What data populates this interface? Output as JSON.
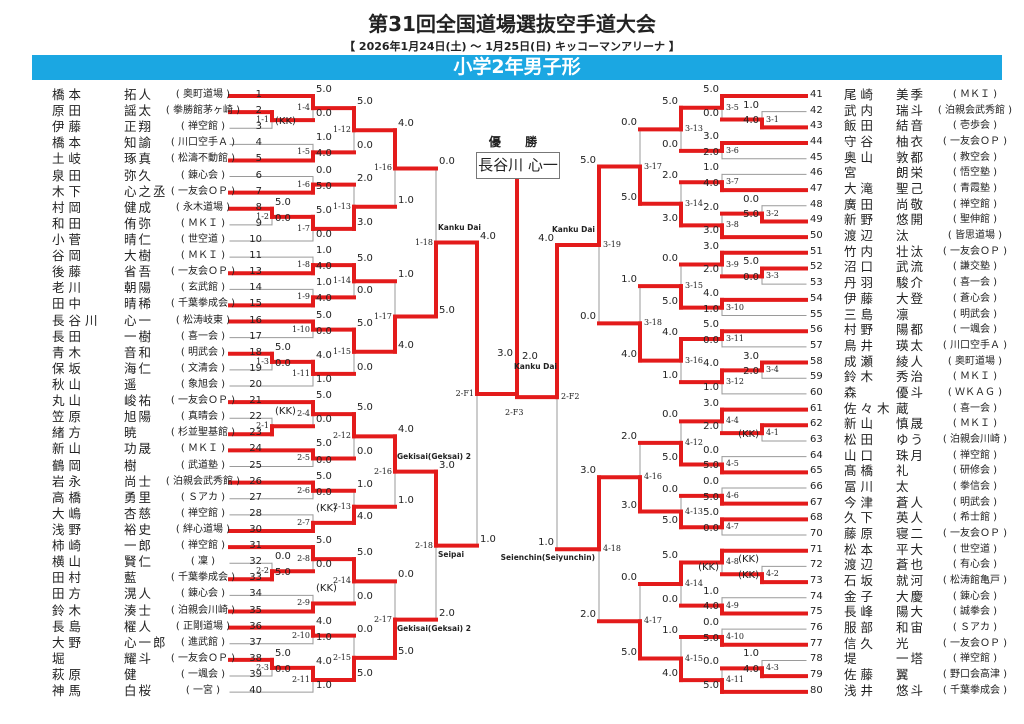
{
  "header": {
    "title": "第31回全国道場選抜空手道大会",
    "subtitle": "【 2026年1月24日(土) ～ 1月25日(日)  キッコーマンアリーナ 】",
    "division": "小学2年男子形"
  },
  "champion": {
    "heading": "優 勝",
    "name": "長谷川 心一"
  },
  "colors": {
    "band": "#1ba7e2",
    "win_line": "#e31b1b",
    "line": "#9a9a9a"
  },
  "left_entries": [
    {
      "no": "1",
      "family": "橋本",
      "given": "拓人",
      "club": "奥町道場"
    },
    {
      "no": "2",
      "family": "原田",
      "given": "謡太",
      "club": "拳勝館茅ヶ崎"
    },
    {
      "no": "3",
      "family": "伊藤",
      "given": "正翔",
      "club": "禅空館"
    },
    {
      "no": "4",
      "family": "橋本",
      "given": "知諭",
      "club": "川口空手Ａ"
    },
    {
      "no": "5",
      "family": "土岐",
      "given": "琢真",
      "club": "松濤不動館"
    },
    {
      "no": "6",
      "family": "泉田",
      "given": "弥久",
      "club": "錬心会"
    },
    {
      "no": "7",
      "family": "木下",
      "given": "心之丞",
      "club": "一友会ＯＰ"
    },
    {
      "no": "8",
      "family": "村岡",
      "given": "健成",
      "club": "永木道場"
    },
    {
      "no": "9",
      "family": "和田",
      "given": "侑弥",
      "club": "ＭＫＩ"
    },
    {
      "no": "10",
      "family": "小菅",
      "given": "晴仁",
      "club": "世空道"
    },
    {
      "no": "11",
      "family": "谷岡",
      "given": "大樹",
      "club": "ＭＫＩ"
    },
    {
      "no": "13",
      "family": "後藤",
      "given": "省吾",
      "club": "一友会ＯＰ"
    },
    {
      "no": "14",
      "family": "老川",
      "given": "朝陽",
      "club": "玄武館"
    },
    {
      "no": "15",
      "family": "田中",
      "given": "晴稀",
      "club": "千葉拳成会"
    },
    {
      "no": "16",
      "family": "長谷川",
      "given": "心一",
      "club": "松涛岐東"
    },
    {
      "no": "17",
      "family": "長田",
      "given": "一樹",
      "club": "喜一会"
    },
    {
      "no": "18",
      "family": "青木",
      "given": "音和",
      "club": "明武会"
    },
    {
      "no": "19",
      "family": "保坂",
      "given": "海仁",
      "club": "文清会"
    },
    {
      "no": "20",
      "family": "秋山",
      "given": "遥",
      "club": "象旭会"
    },
    {
      "no": "21",
      "family": "丸山",
      "given": "峻祐",
      "club": "一友会ＯＰ"
    },
    {
      "no": "22",
      "family": "笠原",
      "given": "旭陽",
      "club": "真晴会"
    },
    {
      "no": "23",
      "family": "緒方",
      "given": "暁",
      "club": "杉並聖基館"
    },
    {
      "no": "24",
      "family": "新山",
      "given": "功晟",
      "club": "ＭＫＩ"
    },
    {
      "no": "25",
      "family": "鶴岡",
      "given": "樹",
      "club": "武道塾"
    },
    {
      "no": "26",
      "family": "岩永",
      "given": "尚士",
      "club": "泊親会武秀館"
    },
    {
      "no": "27",
      "family": "高橋",
      "given": "勇里",
      "club": "Ｓアカ"
    },
    {
      "no": "28",
      "family": "大嶋",
      "given": "杏慈",
      "club": "禅空館"
    },
    {
      "no": "30",
      "family": "浅野",
      "given": "裕史",
      "club": "絆心道場"
    },
    {
      "no": "31",
      "family": "柿崎",
      "given": "一郎",
      "club": "禅空館"
    },
    {
      "no": "32",
      "family": "横山",
      "given": "賢仁",
      "club": "凜"
    },
    {
      "no": "33",
      "family": "田村",
      "given": "藍",
      "club": "千葉拳成会"
    },
    {
      "no": "34",
      "family": "田方",
      "given": "滉人",
      "club": "錬心会"
    },
    {
      "no": "35",
      "family": "鈴木",
      "given": "湊士",
      "club": "泊親会川崎"
    },
    {
      "no": "36",
      "family": "長島",
      "given": "櫂人",
      "club": "正剛道場"
    },
    {
      "no": "37",
      "family": "大野",
      "given": "心一郎",
      "club": "進武館"
    },
    {
      "no": "38",
      "family": "堀",
      "given": "耀斗",
      "club": "一友会ＯＰ"
    },
    {
      "no": "39",
      "family": "萩原",
      "given": "健",
      "club": "一颯会"
    },
    {
      "no": "40",
      "family": "神馬",
      "given": "白桜",
      "club": "一宮"
    }
  ],
  "right_entries": [
    {
      "no": "41",
      "family": "尾崎",
      "given": "美季",
      "club": "ＭＫＩ"
    },
    {
      "no": "42",
      "family": "武内",
      "given": "瑞斗",
      "club": "泊親会武秀館"
    },
    {
      "no": "43",
      "family": "飯田",
      "given": "結音",
      "club": "壱歩会"
    },
    {
      "no": "44",
      "family": "守谷",
      "given": "柚衣",
      "club": "一友会ＯＰ"
    },
    {
      "no": "45",
      "family": "奥山",
      "given": "敦都",
      "club": "教空会"
    },
    {
      "no": "46",
      "family": "宮",
      "given": "朗栄",
      "club": "悟空塾"
    },
    {
      "no": "47",
      "family": "大滝",
      "given": "聖己",
      "club": "青霞塾"
    },
    {
      "no": "48",
      "family": "廣田",
      "given": "尚敬",
      "club": "禅空館"
    },
    {
      "no": "49",
      "family": "新野",
      "given": "悠開",
      "club": "聖伸館"
    },
    {
      "no": "50",
      "family": "渡辺",
      "given": "汰",
      "club": "皆思道場"
    },
    {
      "no": "51",
      "family": "竹内",
      "given": "壮汰",
      "club": "一友会ＯＰ"
    },
    {
      "no": "52",
      "family": "沼口",
      "given": "武流",
      "club": "謙交塾"
    },
    {
      "no": "53",
      "family": "丹羽",
      "given": "駿介",
      "club": "喜一会"
    },
    {
      "no": "54",
      "family": "伊藤",
      "given": "大登",
      "club": "蒼心会"
    },
    {
      "no": "55",
      "family": "三島",
      "given": "凛",
      "club": "明武会"
    },
    {
      "no": "56",
      "family": "村野",
      "given": "陽都",
      "club": "一颯会"
    },
    {
      "no": "57",
      "family": "鳥井",
      "given": "瑛太",
      "club": "川口空手Ａ"
    },
    {
      "no": "58",
      "family": "成瀬",
      "given": "綾人",
      "club": "奥町道場"
    },
    {
      "no": "59",
      "family": "鈴木",
      "given": "秀治",
      "club": "ＭＫＩ"
    },
    {
      "no": "60",
      "family": "森",
      "given": "優斗",
      "club": "ＷＫＡＧ"
    },
    {
      "no": "61",
      "family": "佐々木",
      "given": "蔵",
      "club": "喜一会"
    },
    {
      "no": "62",
      "family": "新山",
      "given": "慎晟",
      "club": "ＭＫＩ"
    },
    {
      "no": "63",
      "family": "松田",
      "given": "ゆう",
      "club": "泊親会川崎"
    },
    {
      "no": "64",
      "family": "山口",
      "given": "珠月",
      "club": "禅空館"
    },
    {
      "no": "65",
      "family": "髙橋",
      "given": "礼",
      "club": "研修会"
    },
    {
      "no": "66",
      "family": "冨川",
      "given": "太",
      "club": "拳信会"
    },
    {
      "no": "67",
      "family": "今津",
      "given": "蒼人",
      "club": "明武会"
    },
    {
      "no": "68",
      "family": "久下",
      "given": "英人",
      "club": "希士館"
    },
    {
      "no": "70",
      "family": "藤原",
      "given": "寝二",
      "club": "一友会ＯＰ"
    },
    {
      "no": "71",
      "family": "松本",
      "given": "平大",
      "club": "世空道"
    },
    {
      "no": "72",
      "family": "渡辺",
      "given": "蒼也",
      "club": "有心会"
    },
    {
      "no": "73",
      "family": "石坂",
      "given": "就河",
      "club": "松涛館亀戸"
    },
    {
      "no": "74",
      "family": "金子",
      "given": "大慶",
      "club": "錬心会"
    },
    {
      "no": "75",
      "family": "長峰",
      "given": "陽大",
      "club": "誠拳会"
    },
    {
      "no": "76",
      "family": "服部",
      "given": "和宙",
      "club": "Ｓアカ"
    },
    {
      "no": "77",
      "family": "信久",
      "given": "光",
      "club": "一友会ＯＰ"
    },
    {
      "no": "78",
      "family": "堤",
      "given": "一塔",
      "club": "禅空館"
    },
    {
      "no": "79",
      "family": "佐藤",
      "given": "翼",
      "club": "野口会高津"
    },
    {
      "no": "80",
      "family": "浅井",
      "given": "悠斗",
      "club": "千葉拳成会"
    }
  ],
  "matches": [
    {
      "id": "1-1",
      "c": [
        "e2",
        "e3"
      ],
      "s": [
        "",
        "(KK)"
      ],
      "w": 0
    },
    {
      "id": "1-4",
      "c": [
        "e1",
        "1-1"
      ],
      "s": [
        "5.0",
        "0.0"
      ],
      "w": 0
    },
    {
      "id": "1-5",
      "c": [
        "e4",
        "e5"
      ],
      "s": [
        "1.0",
        "4.0"
      ],
      "w": 1
    },
    {
      "id": "1-12",
      "c": [
        "1-4",
        "1-5"
      ],
      "s": [
        "5.0",
        "0.0"
      ],
      "w": 0
    },
    {
      "id": "1-6",
      "c": [
        "e6",
        "e7"
      ],
      "s": [
        "0.0",
        "5.0"
      ],
      "w": 1
    },
    {
      "id": "1-2",
      "c": [
        "e8",
        "e9"
      ],
      "s": [
        "5.0",
        "0.0"
      ],
      "w": 0
    },
    {
      "id": "1-7",
      "c": [
        "1-2",
        "e10"
      ],
      "s": [
        "5.0",
        "0.0"
      ],
      "w": 0
    },
    {
      "id": "1-13",
      "c": [
        "1-6",
        "1-7"
      ],
      "s": [
        "2.0",
        "3.0"
      ],
      "w": 1
    },
    {
      "id": "1-16",
      "c": [
        "1-12",
        "1-13"
      ],
      "s": [
        "4.0",
        "1.0"
      ],
      "w": 0
    },
    {
      "id": "1-8",
      "c": [
        "e11",
        "e13"
      ],
      "s": [
        "1.0",
        "4.0"
      ],
      "w": 1
    },
    {
      "id": "1-9",
      "c": [
        "e14",
        "e15"
      ],
      "s": [
        "1.0",
        "4.0"
      ],
      "w": 1
    },
    {
      "id": "1-14",
      "c": [
        "1-8",
        "1-9"
      ],
      "s": [
        "5.0",
        "0.0"
      ],
      "w": 0
    },
    {
      "id": "1-10",
      "c": [
        "e16",
        "e17"
      ],
      "s": [
        "5.0",
        "0.0"
      ],
      "w": 0
    },
    {
      "id": "1-3",
      "c": [
        "e18",
        "e19"
      ],
      "s": [
        "5.0",
        "0.0"
      ],
      "w": 0
    },
    {
      "id": "1-11",
      "c": [
        "1-3",
        "e20"
      ],
      "s": [
        "4.0",
        "1.0"
      ],
      "w": 0
    },
    {
      "id": "1-15",
      "c": [
        "1-10",
        "1-11"
      ],
      "s": [
        "5.0",
        "0.0"
      ],
      "w": 0
    },
    {
      "id": "1-17",
      "c": [
        "1-14",
        "1-15"
      ],
      "s": [
        "1.0",
        "4.0"
      ],
      "w": 1
    },
    {
      "id": "1-18",
      "c": [
        "1-16",
        "1-17"
      ],
      "s": [
        "0.0",
        "5.0"
      ],
      "w": 1,
      "kata": "Kanku Dai"
    },
    {
      "id": "2-1",
      "c": [
        "e22",
        "e23"
      ],
      "s": [
        "(KK)",
        ""
      ],
      "w": 1
    },
    {
      "id": "2-4",
      "c": [
        "e21",
        "2-1"
      ],
      "s": [
        "5.0",
        "0.0"
      ],
      "w": 0
    },
    {
      "id": "2-5",
      "c": [
        "e24",
        "e25"
      ],
      "s": [
        "5.0",
        "0.0"
      ],
      "w": 0
    },
    {
      "id": "2-12",
      "c": [
        "2-4",
        "2-5"
      ],
      "s": [
        "5.0",
        "0.0"
      ],
      "w": 0
    },
    {
      "id": "2-6",
      "c": [
        "e26",
        "e27"
      ],
      "s": [
        "5.0",
        "0.0"
      ],
      "w": 0
    },
    {
      "id": "2-7",
      "c": [
        "e28",
        "e30"
      ],
      "s": [
        "(KK)",
        ""
      ],
      "w": 1
    },
    {
      "id": "2-13",
      "c": [
        "2-6",
        "2-7"
      ],
      "s": [
        "1.0",
        "4.0"
      ],
      "w": 1
    },
    {
      "id": "2-16",
      "c": [
        "2-12",
        "2-13"
      ],
      "s": [
        "4.0",
        "1.0"
      ],
      "w": 0,
      "kata": "Gekisai(Geksai) 2"
    },
    {
      "id": "2-2",
      "c": [
        "e32",
        "e33"
      ],
      "s": [
        "0.0",
        "5.0"
      ],
      "w": 1
    },
    {
      "id": "2-8",
      "c": [
        "e31",
        "2-2"
      ],
      "s": [
        "5.0",
        "0.0"
      ],
      "w": 0
    },
    {
      "id": "2-9",
      "c": [
        "e34",
        "e35"
      ],
      "s": [
        "(KK)",
        ""
      ],
      "w": 1
    },
    {
      "id": "2-14",
      "c": [
        "2-8",
        "2-9"
      ],
      "s": [
        "5.0",
        "0.0"
      ],
      "w": 0
    },
    {
      "id": "2-10",
      "c": [
        "e36",
        "e37"
      ],
      "s": [
        "4.0",
        "1.0"
      ],
      "w": 0
    },
    {
      "id": "2-3",
      "c": [
        "e38",
        "e39"
      ],
      "s": [
        "5.0",
        "0.0"
      ],
      "w": 0
    },
    {
      "id": "2-11",
      "c": [
        "2-3",
        "e40"
      ],
      "s": [
        "4.0",
        "1.0"
      ],
      "w": 0
    },
    {
      "id": "2-15",
      "c": [
        "2-10",
        "2-11"
      ],
      "s": [
        "0.0",
        "5.0"
      ],
      "w": 1
    },
    {
      "id": "2-17",
      "c": [
        "2-14",
        "2-15"
      ],
      "s": [
        "0.0",
        "5.0"
      ],
      "w": 1,
      "kata": "Gekisai(Geksai) 2"
    },
    {
      "id": "2-18",
      "c": [
        "2-16",
        "2-17"
      ],
      "s": [
        "3.0",
        "2.0"
      ],
      "w": 0,
      "kata": "Seipai"
    },
    {
      "id": "2-F1",
      "c": [
        "1-18",
        "2-18"
      ],
      "s": [
        "4.0",
        "1.0"
      ],
      "w": 0
    },
    {
      "id": "3-1",
      "c": [
        "e42",
        "e43"
      ],
      "s": [
        "1.0",
        "4.0"
      ],
      "w": 1
    },
    {
      "id": "3-5",
      "c": [
        "e41",
        "3-1"
      ],
      "s": [
        "5.0",
        "0.0"
      ],
      "w": 0
    },
    {
      "id": "3-6",
      "c": [
        "e44",
        "e45"
      ],
      "s": [
        "3.0",
        "2.0"
      ],
      "w": 0
    },
    {
      "id": "3-13",
      "c": [
        "3-5",
        "3-6"
      ],
      "s": [
        "5.0",
        "0.0"
      ],
      "w": 0
    },
    {
      "id": "3-7",
      "c": [
        "e46",
        "e47"
      ],
      "s": [
        "1.0",
        "4.0"
      ],
      "w": 1
    },
    {
      "id": "3-2",
      "c": [
        "e48",
        "e49"
      ],
      "s": [
        "0.0",
        "5.0"
      ],
      "w": 1
    },
    {
      "id": "3-8",
      "c": [
        "3-2",
        "e50"
      ],
      "s": [
        "2.0",
        "3.0"
      ],
      "w": 1
    },
    {
      "id": "3-14",
      "c": [
        "3-7",
        "3-8"
      ],
      "s": [
        "2.0",
        "3.0"
      ],
      "w": 1
    },
    {
      "id": "3-17",
      "c": [
        "3-13",
        "3-14"
      ],
      "s": [
        "0.0",
        "5.0"
      ],
      "w": 1
    },
    {
      "id": "3-3",
      "c": [
        "e52",
        "e53"
      ],
      "s": [
        "5.0",
        "0.0"
      ],
      "w": 0
    },
    {
      "id": "3-9",
      "c": [
        "e51",
        "3-3"
      ],
      "s": [
        "3.0",
        "2.0"
      ],
      "w": 0
    },
    {
      "id": "3-10",
      "c": [
        "e54",
        "e55"
      ],
      "s": [
        "4.0",
        "1.0"
      ],
      "w": 0
    },
    {
      "id": "3-15",
      "c": [
        "3-9",
        "3-10"
      ],
      "s": [
        "0.0",
        "5.0"
      ],
      "w": 1
    },
    {
      "id": "3-11",
      "c": [
        "e56",
        "e57"
      ],
      "s": [
        "5.0",
        "0.0"
      ],
      "w": 0
    },
    {
      "id": "3-4",
      "c": [
        "e58",
        "e59"
      ],
      "s": [
        "3.0",
        "2.0"
      ],
      "w": 0
    },
    {
      "id": "3-12",
      "c": [
        "3-4",
        "e60"
      ],
      "s": [
        "4.0",
        "1.0"
      ],
      "w": 0
    },
    {
      "id": "3-16",
      "c": [
        "3-11",
        "3-12"
      ],
      "s": [
        "4.0",
        "1.0"
      ],
      "w": 0
    },
    {
      "id": "3-18",
      "c": [
        "3-15",
        "3-16"
      ],
      "s": [
        "1.0",
        "4.0"
      ],
      "w": 1
    },
    {
      "id": "3-19",
      "c": [
        "3-17",
        "3-18"
      ],
      "s": [
        "5.0",
        "0.0"
      ],
      "w": 0,
      "kata": "Kanku Dai"
    },
    {
      "id": "4-1",
      "c": [
        "e62",
        "e63"
      ],
      "s": [
        "",
        "(KK)"
      ],
      "w": 0
    },
    {
      "id": "4-4",
      "c": [
        "e61",
        "4-1"
      ],
      "s": [
        "3.0",
        "2.0"
      ],
      "w": 0
    },
    {
      "id": "4-5",
      "c": [
        "e64",
        "e65"
      ],
      "s": [
        "0.0",
        "5.0"
      ],
      "w": 1
    },
    {
      "id": "4-12",
      "c": [
        "4-4",
        "4-5"
      ],
      "s": [
        "0.0",
        "5.0"
      ],
      "w": 1
    },
    {
      "id": "4-6",
      "c": [
        "e66",
        "e67"
      ],
      "s": [
        "0.0",
        "5.0"
      ],
      "w": 1
    },
    {
      "id": "4-7",
      "c": [
        "e68",
        "e70"
      ],
      "s": [
        "5.0",
        "0.0"
      ],
      "w": 0
    },
    {
      "id": "4-13",
      "c": [
        "4-6",
        "4-7"
      ],
      "s": [
        "0.0",
        "5.0"
      ],
      "w": 1
    },
    {
      "id": "4-16",
      "c": [
        "4-12",
        "4-13"
      ],
      "s": [
        "2.0",
        "3.0"
      ],
      "w": 1
    },
    {
      "id": "4-2",
      "c": [
        "e72",
        "e73"
      ],
      "s": [
        "(KK)",
        "(KK)"
      ],
      "w": 1
    },
    {
      "id": "4-8",
      "c": [
        "e71",
        "4-2"
      ],
      "s": [
        "",
        "(KK)"
      ],
      "w": 0
    },
    {
      "id": "4-9",
      "c": [
        "e74",
        "e75"
      ],
      "s": [
        "1.0",
        "4.0"
      ],
      "w": 1
    },
    {
      "id": "4-14",
      "c": [
        "4-8",
        "4-9"
      ],
      "s": [
        "5.0",
        "0.0"
      ],
      "w": 0
    },
    {
      "id": "4-10",
      "c": [
        "e76",
        "e77"
      ],
      "s": [
        "0.0",
        "5.0"
      ],
      "w": 1
    },
    {
      "id": "4-3",
      "c": [
        "e78",
        "e79"
      ],
      "s": [
        "1.0",
        "4.0"
      ],
      "w": 1
    },
    {
      "id": "4-11",
      "c": [
        "4-3",
        "e80"
      ],
      "s": [
        "0.0",
        "5.0"
      ],
      "w": 1
    },
    {
      "id": "4-15",
      "c": [
        "4-10",
        "4-11"
      ],
      "s": [
        "1.0",
        "4.0"
      ],
      "w": 1
    },
    {
      "id": "4-17",
      "c": [
        "4-14",
        "4-15"
      ],
      "s": [
        "0.0",
        "5.0"
      ],
      "w": 1
    },
    {
      "id": "4-18",
      "c": [
        "4-16",
        "4-17"
      ],
      "s": [
        "3.0",
        "2.0"
      ],
      "w": 0,
      "kata": "Seienchin(Seiyunchin)"
    },
    {
      "id": "2-F2",
      "c": [
        "3-19",
        "4-18"
      ],
      "s": [
        "4.0",
        "1.0"
      ],
      "w": 0
    },
    {
      "id": "2-F3",
      "c": [
        "2-F1",
        "2-F2"
      ],
      "s": [
        "3.0",
        "2.0"
      ],
      "w": 0,
      "kata": "Kanku Dai"
    }
  ]
}
